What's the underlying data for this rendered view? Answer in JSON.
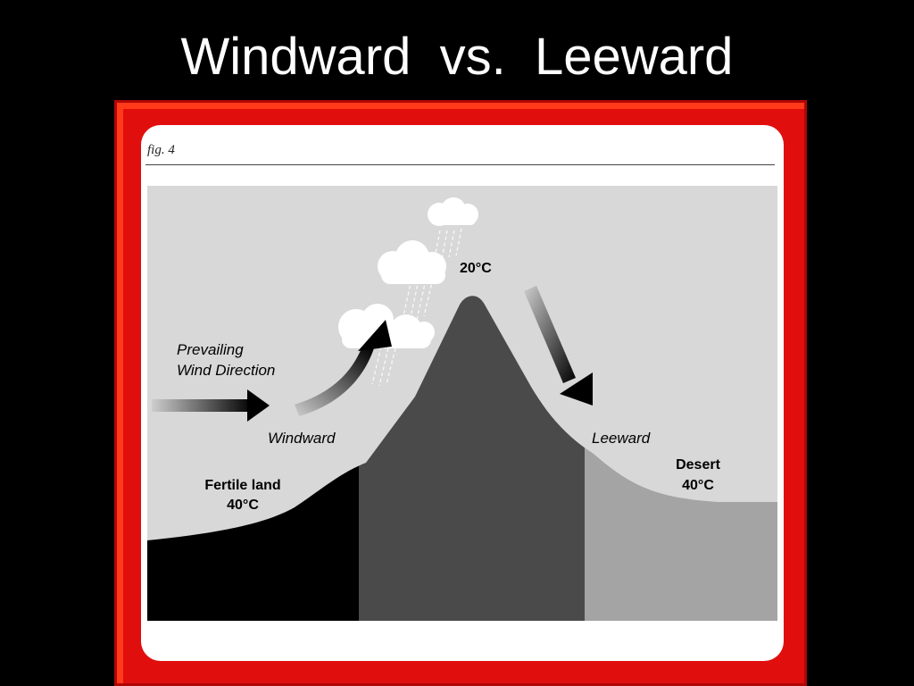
{
  "slide": {
    "title": "Windward  vs.  Leeward"
  },
  "figure": {
    "label": "fig. 4"
  },
  "diagram": {
    "prevailing_wind_line1": "Prevailing",
    "prevailing_wind_line2": "Wind Direction",
    "windward_label": "Windward",
    "leeward_label": "Leeward",
    "summit_temp": "20°C",
    "fertile_land_label": "Fertile land",
    "fertile_land_temp": "40°C",
    "desert_label": "Desert",
    "desert_temp": "40°C"
  },
  "colors": {
    "background": "#000000",
    "frame": "#e10e0e",
    "sky": "#d8d8d8",
    "fertile_land": "#000000",
    "mountain": "#4a4a4a",
    "desert": "#a4a4a4"
  }
}
